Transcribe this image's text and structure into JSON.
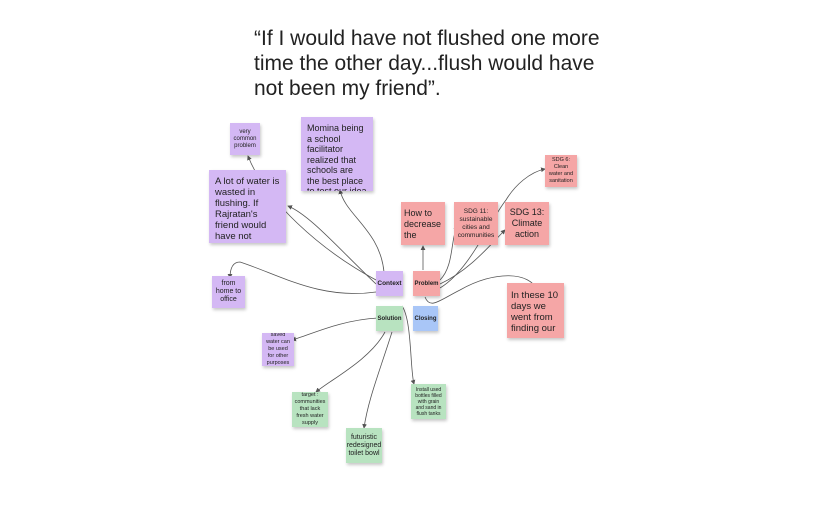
{
  "quote": {
    "text": "“If I would have not flushed one more time the other day...flush would have not been my friend”."
  },
  "board": {
    "context": "Context",
    "problem": "Problem",
    "solution": "Solution",
    "closing": "Closing",
    "notes": {
      "very_common": "very common problem",
      "water_wasted": "A lot of water is wasted in flushing. If Rajratan's friend would have not scolded him",
      "momina": "Momina being a school facilitator realized that schools are the best place to test our idea since",
      "from_home": "from home to office",
      "saved_water": "saved water can be used for other purposes",
      "how_to": "How to decrease the",
      "sdg11": "SDG 11: sustainable cities and communities",
      "sdg13": "SDG 13: Climate action",
      "sdg6": "SDG 6: Clean water and sanitation",
      "ten_days": "In these 10 days we went from finding our",
      "target": "target : communities that lack fresh water supply",
      "futuristic": "futuristic redesigned toilet bowl",
      "install": "Install used bottles filled with grain and sand in flush tanks"
    }
  },
  "colors": {
    "purple": "#d4b8f4",
    "pink": "#f5a6a6",
    "green": "#b8e3c0",
    "blue": "#a9c6f7",
    "connector": "#555555"
  }
}
